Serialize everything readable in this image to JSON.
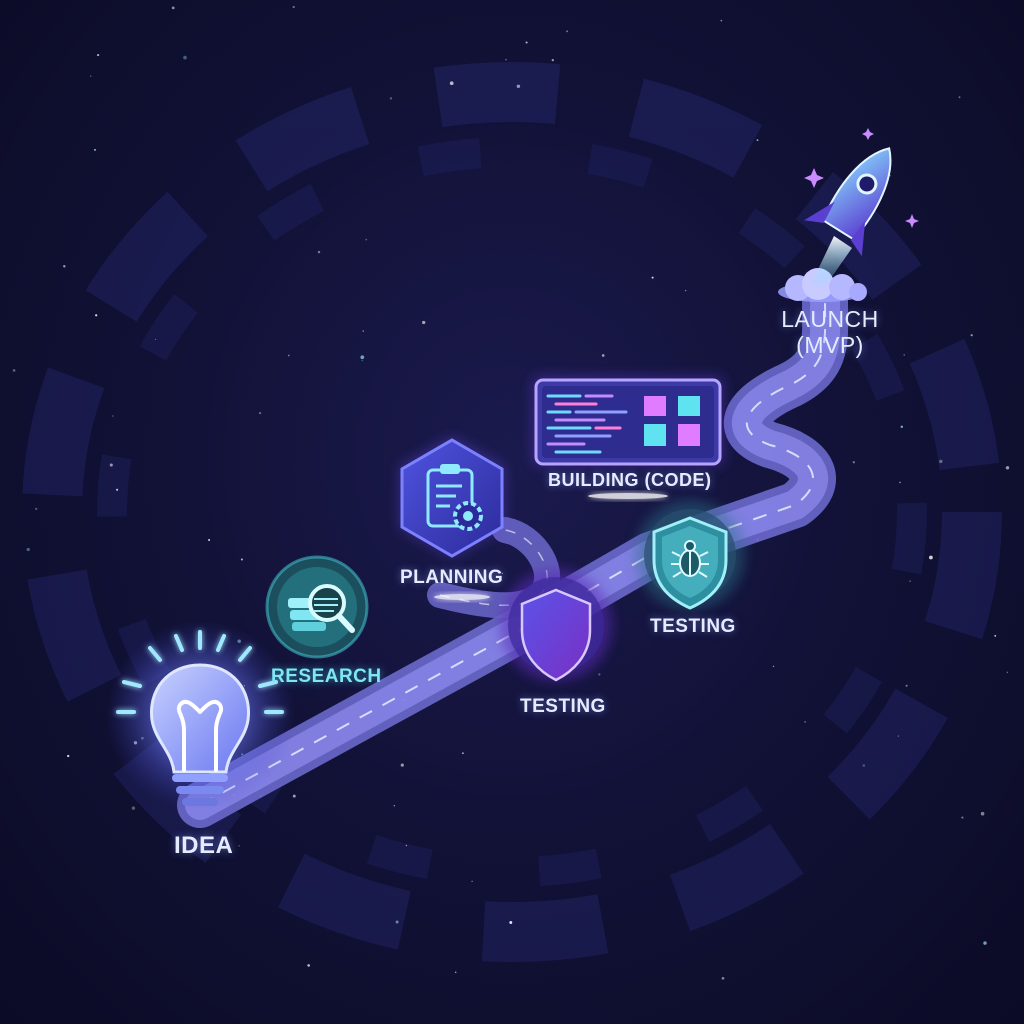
{
  "stages": {
    "idea": "IDEA",
    "research": "RESEARCH",
    "planning": "PLANNING",
    "testing_1": "TESTING",
    "testing_2": "TESTING",
    "building": "BUILDING (CODE)",
    "launch_line1": "LAUNCH",
    "launch_line2": "(MVP)"
  },
  "icons": {
    "idea": "lightbulb-icon",
    "research": "magnifier-book-icon",
    "planning": "clipboard-gear-icon",
    "testing_1": "shield-icon",
    "testing_2": "shield-bug-icon",
    "building": "code-window-icon",
    "launch": "rocket-icon"
  },
  "colors": {
    "background": "#121238",
    "road": "#7b78d8",
    "cyan_glow": "#5fe3f0",
    "purple_glow": "#8f5cff"
  }
}
